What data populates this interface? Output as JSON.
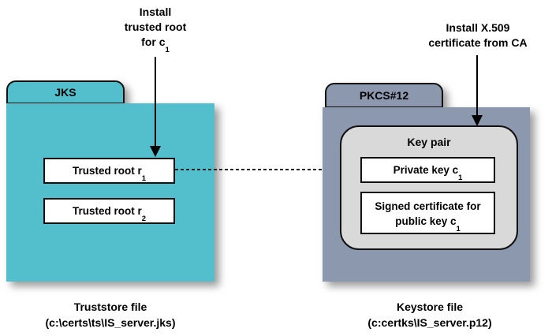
{
  "colors": {
    "truststore_fill": "#53bfcc",
    "keystore_fill": "#8c98ae",
    "keypair_fill": "#d9d9d9",
    "item_box_fill": "#ffffff",
    "outline": "#111111",
    "arrow": "#000000"
  },
  "annotations": {
    "truststore": {
      "line1": "Install",
      "line2": "trusted root",
      "line3": "for c",
      "line3_sub": "1"
    },
    "keystore": {
      "line1": "Install X.509",
      "line2": "certificate from CA"
    }
  },
  "truststore": {
    "tab_label": "JKS",
    "items": [
      {
        "label": "Trusted root r",
        "sub": "1"
      },
      {
        "label": "Trusted root r",
        "sub": "2"
      }
    ],
    "caption": {
      "line1": "Truststore file",
      "line2": "(c:\\certs\\ts\\IS_server.jks)"
    }
  },
  "keystore": {
    "tab_label": "PKCS#12",
    "keypair_title": "Key pair",
    "private_key": {
      "label": "Private key c",
      "sub": "1"
    },
    "signed_cert": {
      "line1": "Signed certificate for",
      "line2": "public key c",
      "sub": "1"
    },
    "caption": {
      "line1": "Keystore file",
      "line2": "(c:certks\\IS_server.p12)"
    }
  }
}
